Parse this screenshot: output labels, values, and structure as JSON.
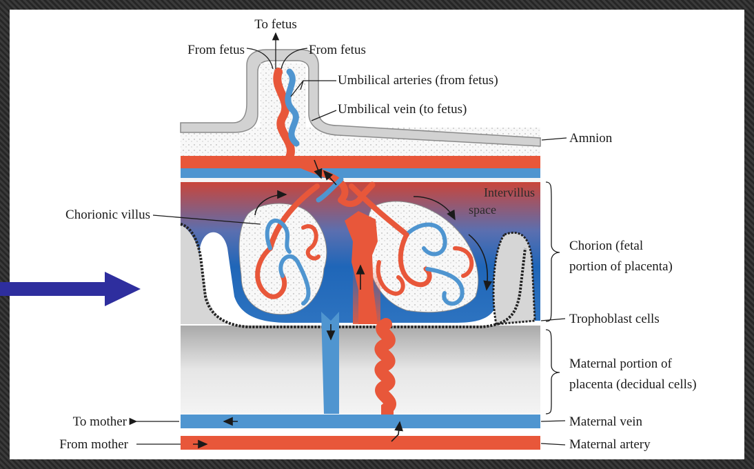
{
  "diagram": {
    "labels": {
      "to_fetus": "To fetus",
      "from_fetus_left": "From fetus",
      "from_fetus_right": "From fetus",
      "umbilical_arteries": "Umbilical arteries (from fetus)",
      "umbilical_vein": "Umbilical vein (to fetus)",
      "amnion": "Amnion",
      "intervillus_line1": "Intervillus",
      "intervillus_line2": "space",
      "chorionic_villus": "Chorionic villus",
      "chorion_line1": "Chorion (fetal",
      "chorion_line2": "portion of placenta)",
      "trophoblast": "Trophoblast cells",
      "maternal_portion_line1": "Maternal portion of",
      "maternal_portion_line2": "placenta (decidual cells)",
      "to_mother": "To mother",
      "from_mother": "From mother",
      "maternal_vein": "Maternal vein",
      "maternal_artery": "Maternal artery"
    },
    "colors": {
      "artery_red": "#e8573a",
      "vein_blue": "#4f95d0",
      "deep_blue": "#1f66b8",
      "amnion_gray": "#cfcfcf",
      "decidua_gray": "#d8d8d8",
      "pointer_arrow": "#2e2e9e"
    }
  }
}
